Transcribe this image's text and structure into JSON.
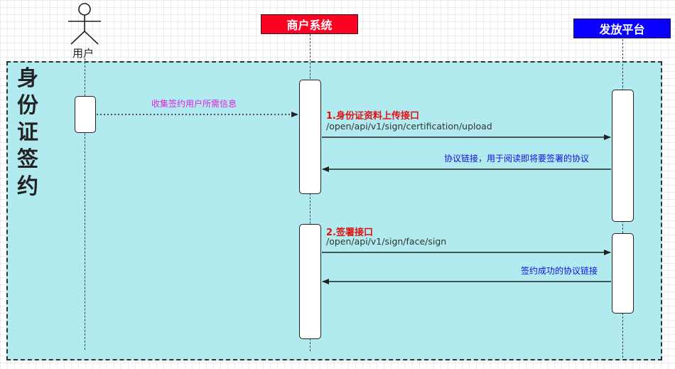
{
  "actors": {
    "user": {
      "label": "用户"
    },
    "merchant": {
      "label": "商户系统",
      "color": "#ff0022"
    },
    "platform": {
      "label": "发放平台",
      "color": "#0a00ff"
    }
  },
  "frame": {
    "title": "身份证签约",
    "fill": "#b1ebf0"
  },
  "messages": {
    "collect": "收集签约用户所需信息",
    "step1_title": "1.身份证资料上传接口",
    "step1_path": "/open/api/v1/sign/certification/upload",
    "step1_return": "协议链接，用于阅读即将要签署的协议",
    "step2_title": "2.签署接口",
    "step2_path": "/open/api/v1/sign/face/sign",
    "step2_return": "签约成功的协议链接"
  },
  "colors": {
    "request_text": "#e020e0",
    "return_text": "#1010e0",
    "step_text": "#e01010"
  }
}
